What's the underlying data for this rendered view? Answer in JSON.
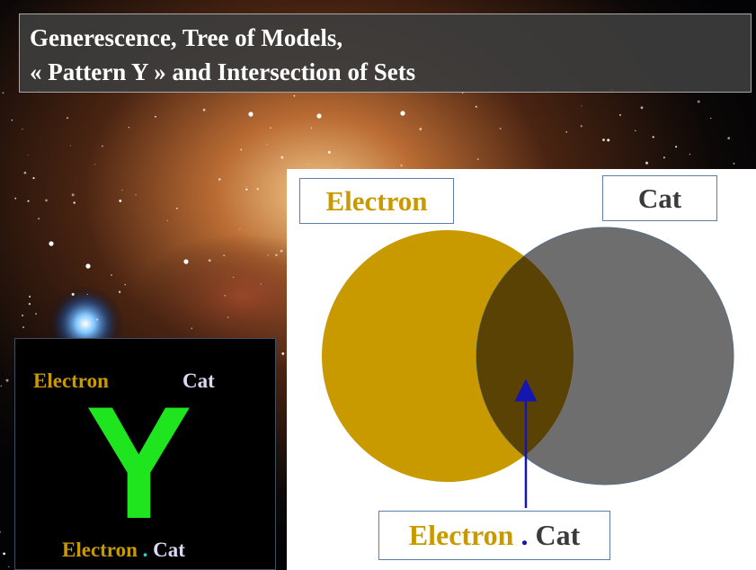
{
  "title": {
    "line1": "Generescence, Tree of Models,",
    "line2": "« Pattern Y » and Intersection of Sets"
  },
  "venn": {
    "set_a_label": "Electron",
    "set_b_label": "Cat",
    "intersection_left": "Electron",
    "intersection_dot": ".",
    "intersection_right": "Cat"
  },
  "pattern_y": {
    "top_left": "Electron",
    "top_right": "Cat",
    "letter": "Y",
    "bottom_left": "Electron",
    "bottom_dot": ".",
    "bottom_right": "Cat"
  },
  "colors": {
    "electron": "#c99a00",
    "cat": "#6e6e6e",
    "overlap": "#5a4205",
    "arrow": "#1515b0",
    "y_letter": "#1ee51e",
    "cat_text_light": "#dcd7f2",
    "dot_cyan": "#22d4d0"
  }
}
